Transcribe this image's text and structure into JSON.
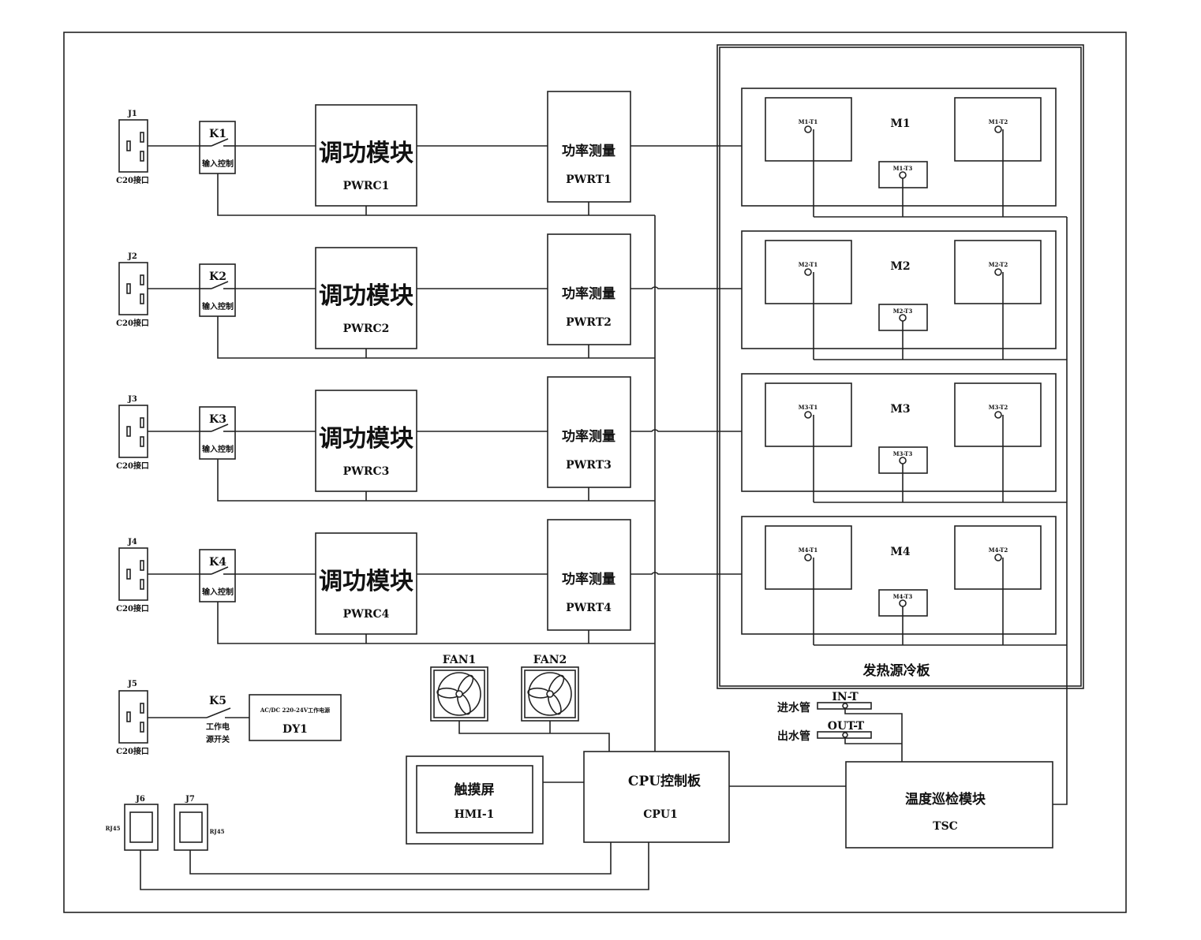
{
  "connectors": [
    {
      "id": "J1",
      "label": "C20接口"
    },
    {
      "id": "J2",
      "label": "C20接口"
    },
    {
      "id": "J3",
      "label": "C20接口"
    },
    {
      "id": "J4",
      "label": "C20接口"
    },
    {
      "id": "J5",
      "label": "C20接口"
    }
  ],
  "switches": [
    {
      "id": "K1",
      "label": "输入控制"
    },
    {
      "id": "K2",
      "label": "输入控制"
    },
    {
      "id": "K3",
      "label": "输入控制"
    },
    {
      "id": "K4",
      "label": "输入控制"
    }
  ],
  "k5": {
    "id": "K5",
    "label1": "工作电",
    "label2": "源开关"
  },
  "pwrc": [
    {
      "title": "调功模块",
      "id": "PWRC1"
    },
    {
      "title": "调功模块",
      "id": "PWRC2"
    },
    {
      "title": "调功模块",
      "id": "PWRC3"
    },
    {
      "title": "调功模块",
      "id": "PWRC4"
    }
  ],
  "pwrt": [
    {
      "title": "功率测量",
      "id": "PWRT1"
    },
    {
      "title": "功率测量",
      "id": "PWRT2"
    },
    {
      "title": "功率测量",
      "id": "PWRT3"
    },
    {
      "title": "功率测量",
      "id": "PWRT4"
    }
  ],
  "modules": [
    {
      "id": "M1",
      "t1": "M1-T1",
      "t2": "M1-T2",
      "t3": "M1-T3"
    },
    {
      "id": "M2",
      "t1": "M2-T1",
      "t2": "M2-T2",
      "t3": "M2-T3"
    },
    {
      "id": "M3",
      "t1": "M3-T1",
      "t2": "M3-T2",
      "t3": "M3-T3"
    },
    {
      "id": "M4",
      "t1": "M4-T1",
      "t2": "M4-T2",
      "t3": "M4-T3"
    }
  ],
  "coldplate": {
    "label": "发热源冷板"
  },
  "power_supply": {
    "line1": "AC/DC 220-24V工作电源",
    "id": "DY1"
  },
  "fans": [
    {
      "id": "FAN1"
    },
    {
      "id": "FAN2"
    }
  ],
  "hmi": {
    "title": "触摸屏",
    "id": "HMI-1"
  },
  "cpu": {
    "title": "CPU控制板",
    "id": "CPU1"
  },
  "tsc": {
    "title": "温度巡检模块",
    "id": "TSC"
  },
  "pipes": {
    "in": {
      "label": "进水管",
      "sensor": "IN-T"
    },
    "out": {
      "label": "出水管",
      "sensor": "OUT-T"
    }
  },
  "rj45": [
    {
      "id": "J6",
      "label": "RJ45"
    },
    {
      "id": "J7",
      "label": "RJ45"
    }
  ]
}
